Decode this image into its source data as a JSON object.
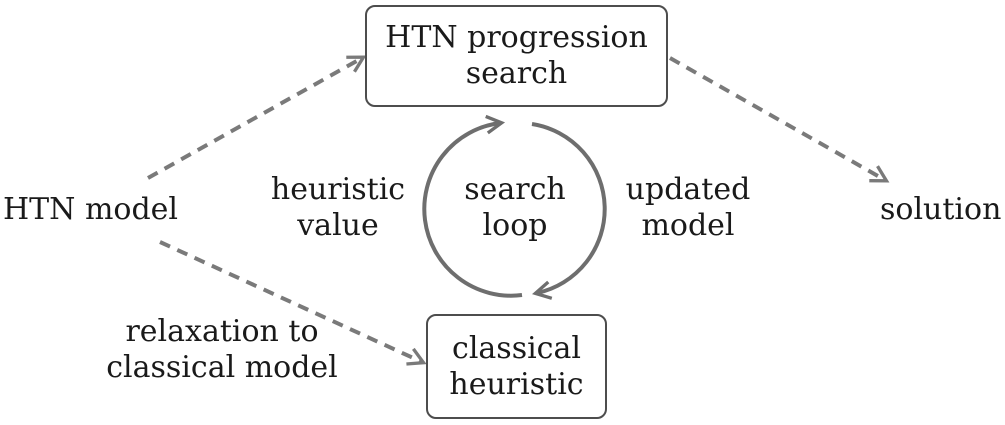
{
  "nodes": {
    "htn_model": "HTN model",
    "progression_search": [
      "HTN progression",
      "search"
    ],
    "classical_heuristic": [
      "classical",
      "heuristic"
    ],
    "solution": "solution"
  },
  "edge_labels": {
    "relaxation": [
      "relaxation to",
      "classical model"
    ],
    "heuristic_value": [
      "heuristic",
      "value"
    ],
    "updated_model": [
      "updated",
      "model"
    ]
  },
  "loop_label": [
    "search",
    "loop"
  ],
  "colors": {
    "arrow": "#7a7a7a",
    "loop": "#6e6e6e",
    "box_border": "#4d4d4d",
    "text": "#1a1a1a"
  }
}
